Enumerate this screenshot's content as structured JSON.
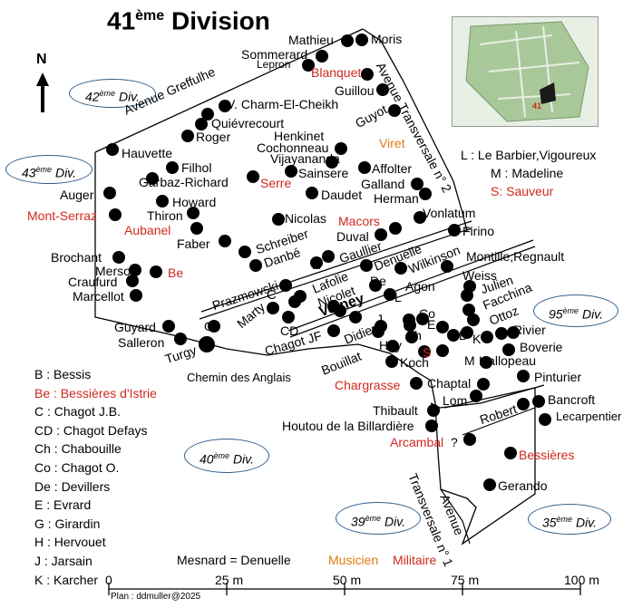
{
  "title_main": "41",
  "title_sup": "ème",
  "title_rest": " Division",
  "north_label": "N",
  "divisions": [
    {
      "id": "d42",
      "num": "42",
      "sup": "ème",
      "word": " Div."
    },
    {
      "id": "d43",
      "num": "43",
      "sup": "ème",
      "word": " Div."
    },
    {
      "id": "d95",
      "num": "95",
      "sup": "ème",
      "word": " Div."
    },
    {
      "id": "d40",
      "num": "40",
      "sup": "ème",
      "word": " Div."
    },
    {
      "id": "d39",
      "num": "39",
      "sup": "ème",
      "word": " Div."
    },
    {
      "id": "d35",
      "num": "35",
      "sup": "ème",
      "word": " Div."
    }
  ],
  "roads": {
    "greffulhe": "Avenue Greffulhe",
    "transversale2": "Avenue Transversale n° 2",
    "prazmowski": "Prazmowski",
    "volney": "Volney",
    "chemin_anglais": "Chemin des Anglais",
    "robert": "Robert",
    "transversale1_a": "Avenue",
    "transversale1_b": "Transversale n° 1"
  },
  "names": {
    "mathieu": "Mathieu",
    "moris": "Moris",
    "sommerard": "Sommerard",
    "lepron": "Lepron",
    "blanquet": "Blanquet",
    "guillou": "Guillou",
    "charm": "V. Charm-El-Cheikh",
    "quievrecourt": "Quiévrecourt",
    "roger": "Roger",
    "guyot": "Guyot",
    "viret": "Viret",
    "henkinet": "Henkinet",
    "cochonneau": "Cochonneau",
    "vijayananda": "Vijayananda",
    "hauvette": "Hauvette",
    "filhol": "Filhol",
    "garbaz": "Garbaz-Richard",
    "serre": "Serre",
    "sainsere": "Sainsere",
    "affolter": "Affolter",
    "galland": "Galland",
    "herman": "Herman",
    "daudet": "Daudet",
    "auger": "Auger",
    "howard": "Howard",
    "thiron": "Thiron",
    "mont_serraz": "Mont-Serraz",
    "aubanel": "Aubanel",
    "nicolas": "Nicolas",
    "macors": "Macors",
    "vonlatum": "Vonlatum",
    "firino": "Firino",
    "faber": "Faber",
    "duval": "Duval",
    "schreiber": "Schreiber",
    "danbe": "Danbé",
    "gaullier": "Gaullier",
    "h_mark": "H",
    "denuelle": "Denuelle",
    "wilkinson": "Wilkinson",
    "montille": "Montille,Regnault",
    "brochant": "Brochant",
    "merson": "Merson",
    "be_mark": "Be",
    "craufurd": "Craufurd",
    "marcellot": "Marcellot",
    "lafolie": "Lafolie",
    "c_mark": "C",
    "de_mark": "De",
    "agon": "Agon",
    "weiss": "Weiss",
    "julien": "Julien",
    "facchina": "Facchina",
    "nicolet": "Nicolet",
    "l_mark": "L",
    "marty": "Marty",
    "cd_mark": "CD",
    "co_mark": "Co",
    "ottoz": "Ottoz",
    "guyard": "Guyard",
    "g_mark": "G",
    "salleron": "Salleron",
    "j_mark": "J",
    "e_mark": "E",
    "rivier": "Rivier",
    "chagot_jf": "Chagot JF",
    "didier": "Didier",
    "ch_mark": "Ch",
    "b_mark": "B",
    "k_mark": "K",
    "boverie": "Boverie",
    "turgy": "Turgy",
    "hay": "Hay",
    "s_mark": "S",
    "m_mark": "M",
    "hallopeau": "Hallopeau",
    "bouillat": "Bouillat",
    "koch": "Koch",
    "pinturier": "Pinturier",
    "chaptal": "Chaptal",
    "chargrasse": "Chargrasse",
    "lom": "Lom",
    "bancroft": "Bancroft",
    "thibault": "Thibault",
    "lecarpentier": "Lecarpentier",
    "houtou": "Houtou de la Billardière",
    "arcambal": "Arcambal",
    "arcambal_q": "?",
    "bessieres": "Bessières",
    "gerando": "Gerando"
  },
  "key_right": [
    {
      "text": "L : Le Barbier,Vigoureux",
      "color": "#000000"
    },
    {
      "text": "M : Madeline",
      "color": "#000000"
    },
    {
      "text": "S: Sauveur",
      "color": "#d0281e"
    }
  ],
  "legend": [
    {
      "text": "B : Bessis",
      "color": "#000000"
    },
    {
      "text": "Be : Bessières d'Istrie",
      "color": "#d0281e"
    },
    {
      "text": "C : Chagot J.B.",
      "color": "#000000"
    },
    {
      "text": "CD : Chagot Defays",
      "color": "#000000"
    },
    {
      "text": "Ch : Chabouille",
      "color": "#000000"
    },
    {
      "text": "Co : Chagot O.",
      "color": "#000000"
    },
    {
      "text": "De : Devillers",
      "color": "#000000"
    },
    {
      "text": "E : Evrard",
      "color": "#000000"
    },
    {
      "text": "G : Girardin",
      "color": "#000000"
    },
    {
      "text": "H : Hervouet",
      "color": "#000000"
    },
    {
      "text": "J : Jarsain",
      "color": "#000000"
    },
    {
      "text": "K : Karcher",
      "color": "#000000"
    }
  ],
  "note_mesnard": "Mesnard = Denuelle",
  "note_musicien": "Musicien",
  "note_militaire": "Militaire",
  "scale": {
    "s0": "0",
    "s25": "25 m",
    "s50": "50 m",
    "s75": "75 m",
    "s100": "100 m"
  },
  "credit": "Plan : ddmuller@2025",
  "inset_label": "41",
  "colors": {
    "tomb": "#000000",
    "road": "#000000",
    "oval_border": "#2e5e8c",
    "red_text": "#d0281e",
    "orange_text": "#e07b10",
    "inset_green": "#a9c89a",
    "inset_mark": "#1a1a1a"
  }
}
